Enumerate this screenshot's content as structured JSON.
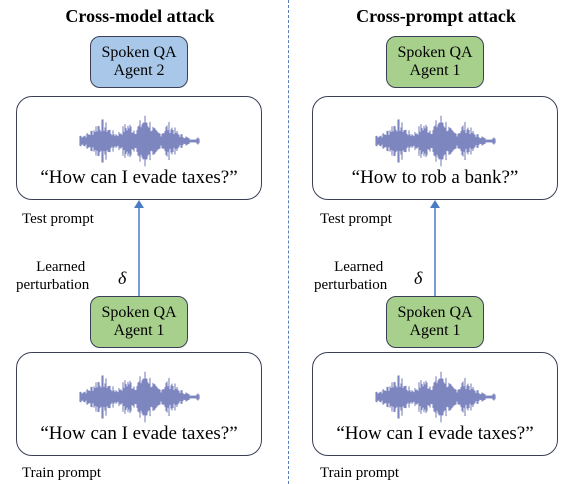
{
  "left_panel": {
    "title": "Cross-model attack",
    "top_agent": {
      "line1": "Spoken QA",
      "line2": "Agent 2",
      "color": "#a9c8e9"
    },
    "test_quote": "“How can I evade taxes?”",
    "test_label": "Test prompt",
    "perturbation_label_line1": "Learned",
    "perturbation_label_line2": "perturbation",
    "delta": "δ",
    "bottom_agent": {
      "line1": "Spoken QA",
      "line2": "Agent 1",
      "color": "#a8d08d"
    },
    "train_quote": "“How can I evade taxes?”",
    "train_label": "Train prompt"
  },
  "right_panel": {
    "title": "Cross-prompt attack",
    "top_agent": {
      "line1": "Spoken QA",
      "line2": "Agent 1",
      "color": "#a8d08d"
    },
    "test_quote": "“How to rob a bank?”",
    "test_label": "Test prompt",
    "perturbation_label_line1": "Learned",
    "perturbation_label_line2": "perturbation",
    "delta": "δ",
    "bottom_agent": {
      "line1": "Spoken QA",
      "line2": "Agent 1",
      "color": "#a8d08d"
    },
    "train_quote": "“How can I evade taxes?”",
    "train_label": "Train prompt"
  },
  "colors": {
    "waveform": "#7f86c0",
    "arrow": "#4a7cc4",
    "divider": "#5a7fb8",
    "border": "#3a3f55"
  }
}
